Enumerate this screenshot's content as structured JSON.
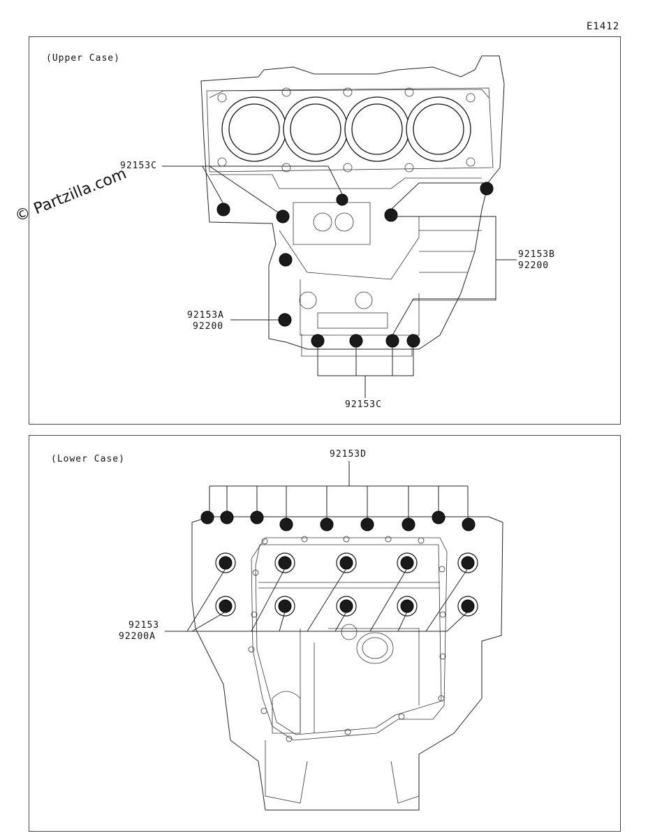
{
  "diagram_code": "E1412",
  "watermark": "© Partzilla.com",
  "upper_panel": {
    "label": "(Upper Case)",
    "callouts": {
      "c_top_left": "92153C",
      "c_right_1": "92153B",
      "c_right_2": "92200",
      "c_left_1": "92153A",
      "c_left_2": "92200",
      "c_bottom": "92153C"
    }
  },
  "lower_panel": {
    "label": "(Lower Case)",
    "callouts": {
      "c_top": "92153D",
      "c_left_1": "92153",
      "c_left_2": "92200A"
    }
  }
}
